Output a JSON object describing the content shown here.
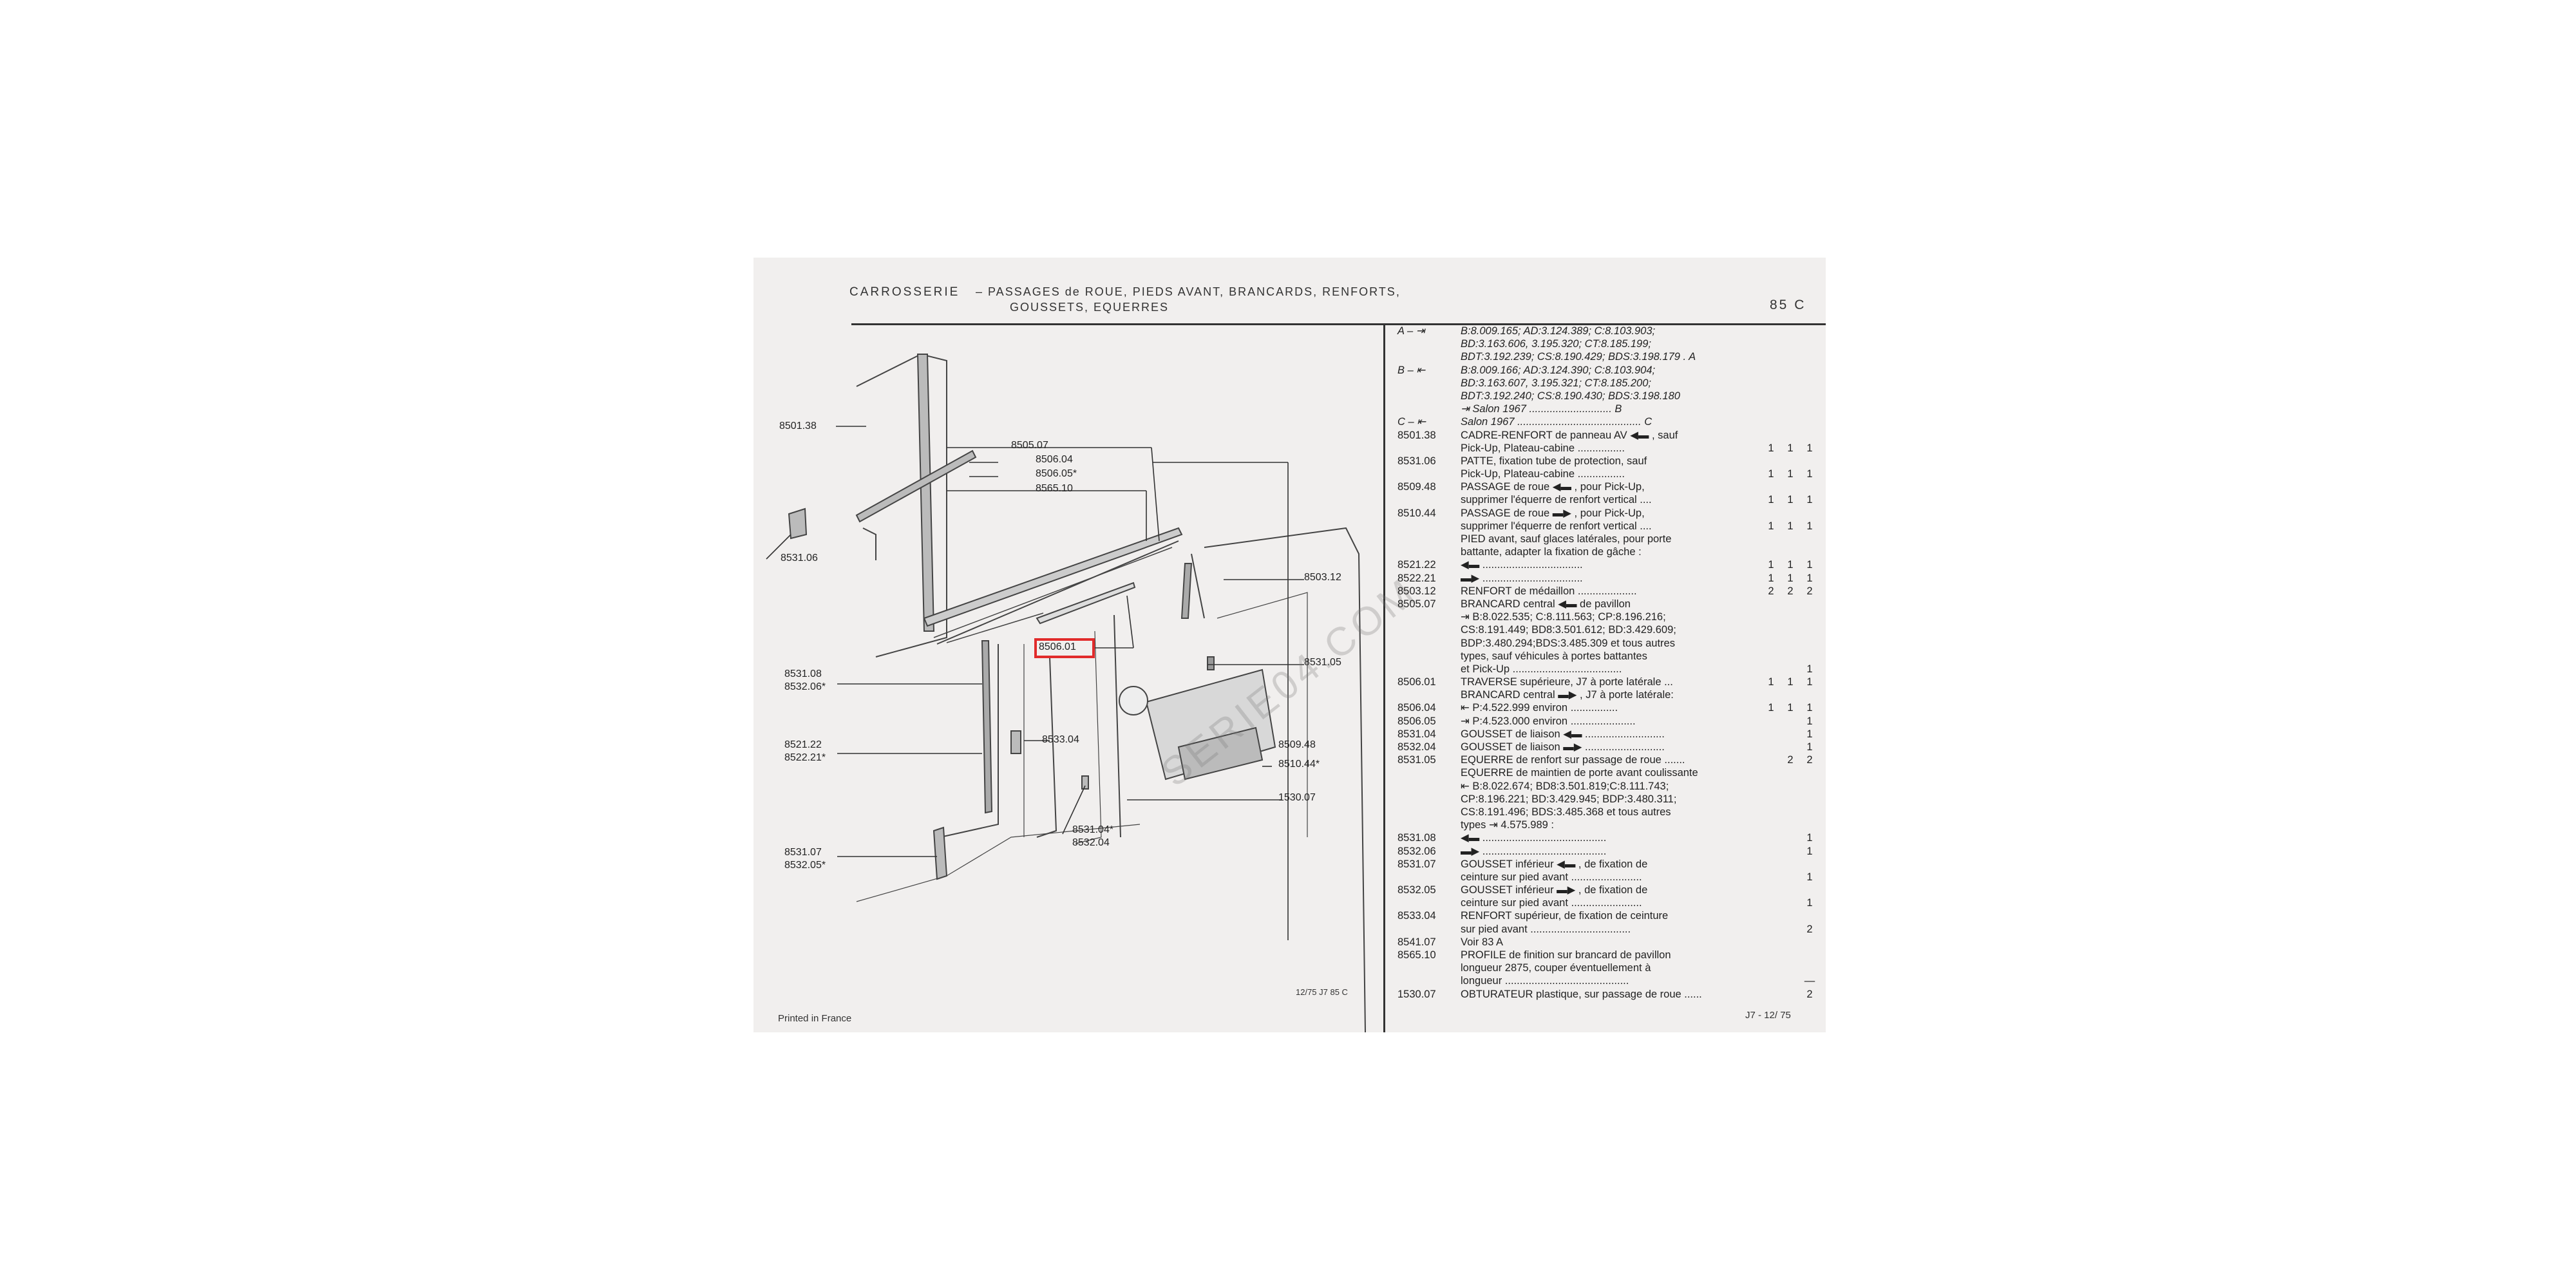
{
  "header": {
    "title": "CARROSSERIE",
    "subtitle_line1": "– PASSAGES de ROUE, PIEDS AVANT, BRANCARDS, RENFORTS,",
    "subtitle_line2": "GOUSSETS, EQUERRES",
    "page_ref": "85 C"
  },
  "diagram": {
    "callouts": {
      "c8501_38": "8501.38",
      "c8531_06_left": "8531.06",
      "c8505_07": "8505.07",
      "c8506_04": "8506.04",
      "c8506_05": "8506.05*",
      "c8565_10": "8565.10",
      "c8503_12": "8503.12",
      "c8506_01": "8506.01",
      "c8531_05": "8531.05",
      "c8531_08": "8531.08",
      "c8532_06": "8532.06*",
      "c8521_22": "8521.22",
      "c8522_21": "8522.21*",
      "c8533_04": "8533.04",
      "c8509_48": "8509.48",
      "c8510_44": "8510.44*",
      "c1530_07": "1530.07",
      "c8531_04": "8531.04*",
      "c8532_04": "8532.04",
      "c8531_07": "8531.07",
      "c8532_05": "8532.05*"
    },
    "watermark": "SERIE04.COM",
    "highlight_color": "#e12b2b"
  },
  "footer": {
    "printed": "Printed in France",
    "ref_code": "12/75 J7 85 C",
    "edition": "J7 - 12/ 75"
  },
  "parts": [
    {
      "code": "A – ⇥",
      "text": "B:8.009.165; AD:3.124.389; C:8.103.903;",
      "qty": [
        "",
        "",
        ""
      ]
    },
    {
      "code": "",
      "text": "BD:3.163.606, 3.195.320; CT:8.185.199;",
      "qty": [
        "",
        "",
        ""
      ]
    },
    {
      "code": "",
      "text": "BDT:3.192.239; CS:8.190.429; BDS:3.198.179 . A",
      "qty": [
        "",
        "",
        ""
      ]
    },
    {
      "code": "B – ⇤",
      "text": "B:8.009.166; AD:3.124.390; C:8.103.904;",
      "qty": [
        "",
        "",
        ""
      ]
    },
    {
      "code": "",
      "text": "BD:3.163.607, 3.195.321; CT:8.185.200;",
      "qty": [
        "",
        "",
        ""
      ]
    },
    {
      "code": "",
      "text": "BDT:3.192.240; CS:8.190.430; BDS:3.198.180",
      "qty": [
        "",
        "",
        ""
      ]
    },
    {
      "code": "",
      "text": "⇥ Salon 1967 ............................ B",
      "qty": [
        "",
        "",
        ""
      ]
    },
    {
      "code": "C – ⇤",
      "text": "Salon 1967 .......................................... C",
      "qty": [
        "",
        "",
        ""
      ]
    },
    {
      "code": "8501.38",
      "text": "CADRE-RENFORT de panneau AV ◀▬ , sauf",
      "qty": [
        "",
        "",
        ""
      ]
    },
    {
      "code": "",
      "text": "   Pick-Up, Plateau-cabine ................",
      "qty": [
        "1",
        "1",
        "1"
      ]
    },
    {
      "code": "8531.06",
      "text": "PATTE, fixation tube de protection, sauf",
      "qty": [
        "",
        "",
        ""
      ]
    },
    {
      "code": "",
      "text": "   Pick-Up, Plateau-cabine ................",
      "qty": [
        "1",
        "1",
        "1"
      ]
    },
    {
      "code": "8509.48",
      "text": "PASSAGE de roue ◀▬ , pour Pick-Up,",
      "qty": [
        "",
        "",
        ""
      ]
    },
    {
      "code": "",
      "text": "   supprimer l'équerre de renfort vertical ....",
      "qty": [
        "1",
        "1",
        "1"
      ]
    },
    {
      "code": "8510.44",
      "text": "PASSAGE de roue ▬▶ , pour Pick-Up,",
      "qty": [
        "",
        "",
        ""
      ]
    },
    {
      "code": "",
      "text": "   supprimer l'équerre de renfort vertical ....",
      "qty": [
        "1",
        "1",
        "1"
      ]
    },
    {
      "code": "",
      "text": "PIED avant, sauf glaces latérales, pour porte",
      "qty": [
        "",
        "",
        ""
      ]
    },
    {
      "code": "",
      "text": "   battante, adapter la fixation de gâche :",
      "qty": [
        "",
        "",
        ""
      ]
    },
    {
      "code": "8521.22",
      "text": "   ◀▬  ..................................",
      "qty": [
        "1",
        "1",
        "1"
      ]
    },
    {
      "code": "8522.21",
      "text": "   ▬▶  ..................................",
      "qty": [
        "1",
        "1",
        "1"
      ]
    },
    {
      "code": "8503.12",
      "text": "RENFORT de médaillon ....................",
      "qty": [
        "2",
        "2",
        "2"
      ]
    },
    {
      "code": "8505.07",
      "text": "BRANCARD central ◀▬ de pavillon",
      "qty": [
        "",
        "",
        ""
      ]
    },
    {
      "code": "",
      "text": "   ⇥ B:8.022.535; C:8.111.563; CP:8.196.216;",
      "qty": [
        "",
        "",
        ""
      ]
    },
    {
      "code": "",
      "text": "   CS:8.191.449; BD8:3.501.612; BD:3.429.609;",
      "qty": [
        "",
        "",
        ""
      ]
    },
    {
      "code": "",
      "text": "   BDP:3.480.294;BDS:3.485.309 et tous autres",
      "qty": [
        "",
        "",
        ""
      ]
    },
    {
      "code": "",
      "text": "   types, sauf véhicules à portes battantes",
      "qty": [
        "",
        "",
        ""
      ]
    },
    {
      "code": "",
      "text": "   et Pick-Up .....................................",
      "qty": [
        "",
        "",
        "1"
      ]
    },
    {
      "code": "8506.01",
      "text": "TRAVERSE supérieure, J7 à porte latérale ...",
      "qty": [
        "1",
        "1",
        "1"
      ]
    },
    {
      "code": "",
      "text": "BRANCARD central ▬▶ , J7 à porte latérale:",
      "qty": [
        "",
        "",
        ""
      ]
    },
    {
      "code": "8506.04",
      "text": "   ⇤ P:4.522.999 environ ................",
      "qty": [
        "1",
        "1",
        "1"
      ]
    },
    {
      "code": "8506.05",
      "text": "   ⇥ P:4.523.000 environ ......................",
      "qty": [
        "",
        "",
        "1"
      ]
    },
    {
      "code": "8531.04",
      "text": "GOUSSET de liaison ◀▬ ...........................",
      "qty": [
        "",
        "",
        "1"
      ]
    },
    {
      "code": "8532.04",
      "text": "GOUSSET de liaison ▬▶ ...........................",
      "qty": [
        "",
        "",
        "1"
      ]
    },
    {
      "code": "8531.05",
      "text": "EQUERRE de renfort sur passage de roue .......",
      "qty": [
        "",
        "2",
        "2"
      ]
    },
    {
      "code": "",
      "text": "EQUERRE de maintien de porte avant coulissante",
      "qty": [
        "",
        "",
        ""
      ]
    },
    {
      "code": "",
      "text": "   ⇤ B:8.022.674; BD8:3.501.819;C:8.111.743;",
      "qty": [
        "",
        "",
        ""
      ]
    },
    {
      "code": "",
      "text": "   CP:8.196.221; BD:3.429.945; BDP:3.480.311;",
      "qty": [
        "",
        "",
        ""
      ]
    },
    {
      "code": "",
      "text": "   CS:8.191.496; BDS:3.485.368 et tous autres",
      "qty": [
        "",
        "",
        ""
      ]
    },
    {
      "code": "",
      "text": "   types ⇥ 4.575.989 :",
      "qty": [
        "",
        "",
        ""
      ]
    },
    {
      "code": "8531.08",
      "text": "   ◀▬ ..........................................",
      "qty": [
        "",
        "",
        "1"
      ]
    },
    {
      "code": "8532.06",
      "text": "   ▬▶ ..........................................",
      "qty": [
        "",
        "",
        "1"
      ]
    },
    {
      "code": "8531.07",
      "text": "GOUSSET inférieur ◀▬ , de fixation de",
      "qty": [
        "",
        "",
        ""
      ]
    },
    {
      "code": "",
      "text": "   ceinture sur pied avant ........................",
      "qty": [
        "",
        "",
        "1"
      ]
    },
    {
      "code": "8532.05",
      "text": "GOUSSET inférieur ▬▶ , de fixation de",
      "qty": [
        "",
        "",
        ""
      ]
    },
    {
      "code": "",
      "text": "   ceinture sur pied avant ........................",
      "qty": [
        "",
        "",
        "1"
      ]
    },
    {
      "code": "8533.04",
      "text": "RENFORT supérieur, de fixation de ceinture",
      "qty": [
        "",
        "",
        ""
      ]
    },
    {
      "code": "",
      "text": "   sur pied avant ..................................",
      "qty": [
        "",
        "",
        "2"
      ]
    },
    {
      "code": "8541.07",
      "text": "Voir 83 A",
      "qty": [
        "",
        "",
        ""
      ]
    },
    {
      "code": "8565.10",
      "text": "PROFILE de finition sur brancard de pavillon",
      "qty": [
        "",
        "",
        ""
      ]
    },
    {
      "code": "",
      "text": "   longueur 2875, couper éventuellement à",
      "qty": [
        "",
        "",
        ""
      ]
    },
    {
      "code": "",
      "text": "   longueur ..........................................",
      "qty": [
        "",
        "",
        "—"
      ]
    },
    {
      "code": "1530.07",
      "text": "OBTURATEUR plastique, sur passage de roue ......",
      "qty": [
        "",
        "",
        "2"
      ]
    }
  ]
}
